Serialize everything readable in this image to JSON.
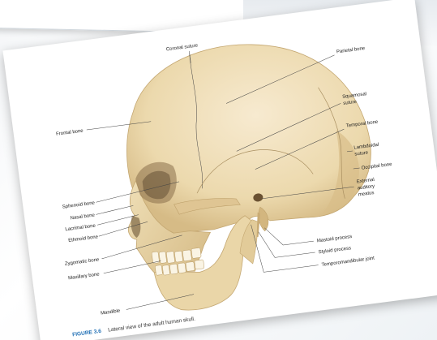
{
  "figure": {
    "number": "FIGURE 3.6",
    "caption": "Lateral view of the adult human skull."
  },
  "labels": {
    "coronal_suture": "Coronal suture",
    "parietal_bone": "Parietal bone",
    "frontal_bone": "Frontal bone",
    "squamosal_suture_line1": "Squamosal",
    "squamosal_suture_line2": "suture",
    "temporal_bone": "Temporal bone",
    "lambdoidal_suture_line1": "Lambdoidal",
    "lambdoidal_suture_line2": "suture",
    "occipital_bone": "Occipital bone",
    "sphenoid_bone": "Sphenoid bone",
    "nasal_bone": "Nasal bone",
    "lacrimal_bone": "Lacrimal bone",
    "ethmoid_bone": "Ethmoid bone",
    "external_auditory_meatus_line1": "External",
    "external_auditory_meatus_line2": "auditory",
    "external_auditory_meatus_line3": "meatus",
    "zygomatic_bone": "Zygomatic bone",
    "maxillary_bone": "Maxillary bone",
    "mastoid_process": "Mastoid process",
    "styloid_process": "Styloid process",
    "temporomandibular_joint": "Temporomandibular joint",
    "mandible": "Mandible"
  },
  "colors": {
    "bone": "#efdfb6",
    "bone_shadow": "#d9c08c",
    "caption_accent": "#1f6fb5"
  }
}
